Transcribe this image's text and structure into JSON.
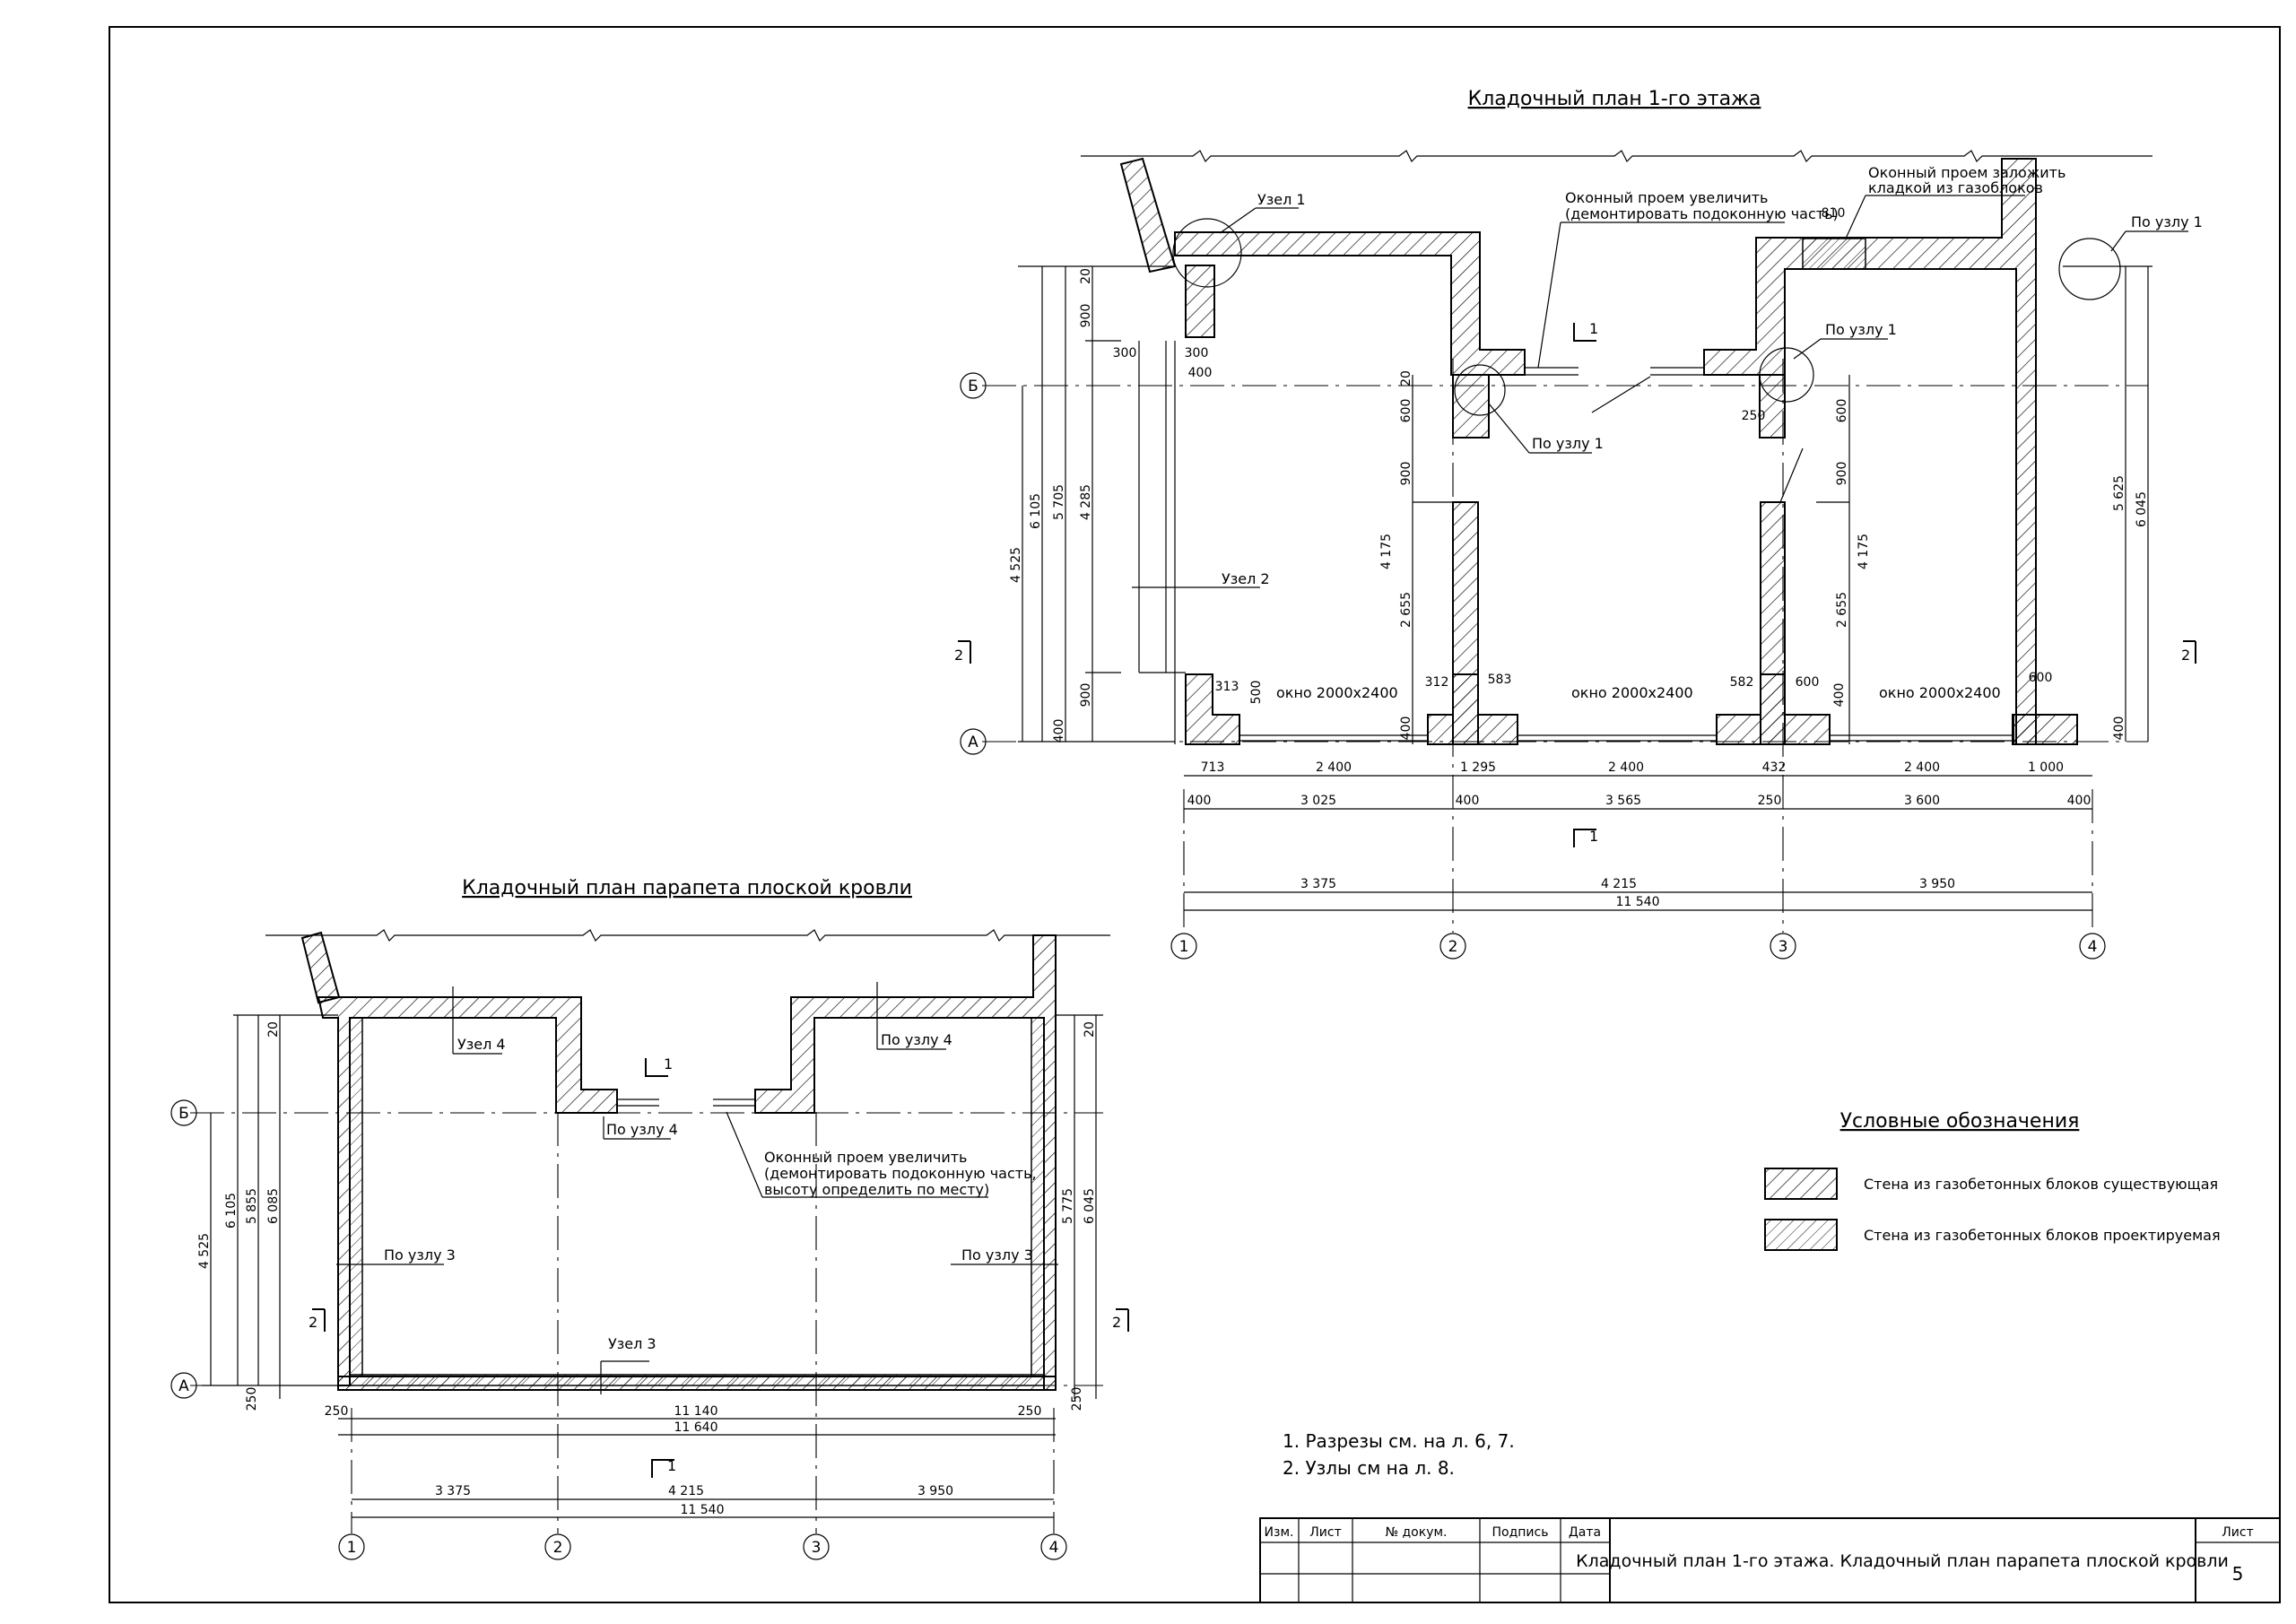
{
  "plan1": {
    "title": "Кладочный план 1-го этажа",
    "axes": {
      "a1": "1",
      "a2": "2",
      "a3": "3",
      "a4": "4",
      "ab": "Б",
      "aa": "А"
    },
    "callouts": {
      "uzel1": "Узел 1",
      "uzel2": "Узел 2",
      "po_uzlu1_left": "По узлу 1",
      "po_uzlu1_mid": "По узлу 1",
      "po_uzlu1_right": "По узлу 1",
      "enlarge_l1": "Оконный проем увеличить",
      "enlarge_l2": "(демонтировать подоконную часть)",
      "fill_l1": "Оконный проем заложить",
      "fill_l2": "кладкой из газоблоков"
    },
    "windows": {
      "w1": "окно 2000x2400",
      "w2": "окно 2000x2400",
      "w3": "окно 2000x2400"
    },
    "section_marks": {
      "s1_top": "1",
      "s1_bottom": "1",
      "s2_left": "2",
      "s2_right": "2"
    },
    "dims": {
      "d810": "810",
      "d300a": "300",
      "d300b": "300",
      "d400top": "400",
      "d20l": "20",
      "d900l": "900",
      "d900lb": "900",
      "d400lb": "400",
      "d5705": "5 705",
      "d4285": "4 285",
      "d6105": "6 105",
      "d4525": "4 525",
      "d313": "313",
      "d500": "500",
      "d312": "312",
      "d583": "583",
      "d582": "582",
      "d600a": "600",
      "d600b": "600",
      "d400w2": "400",
      "d400w3": "400",
      "d20m2": "20",
      "d600m2": "600",
      "d900m2": "900",
      "d4175m2": "4 175",
      "d2655m2": "2 655",
      "d250m3": "250",
      "d600m3": "600",
      "d900m3": "900",
      "d4175m3": "4 175",
      "d2655m3": "2 655",
      "d5625": "5 625",
      "d6045": "6 045",
      "d400r": "400",
      "r1_713": "713",
      "r1_2400a": "2 400",
      "r1_1295": "1 295",
      "r1_2400b": "2 400",
      "r1_432": "432",
      "r1_2400c": "2 400",
      "r1_1000": "1 000",
      "r2_400a": "400",
      "r2_3025": "3 025",
      "r2_400b": "400",
      "r2_3565": "3 565",
      "r2_250": "250",
      "r2_3600": "3 600",
      "r2_400c": "400",
      "r3_3375": "3 375",
      "r3_4215": "4 215",
      "r3_3950": "3 950",
      "r4_11540": "11 540"
    }
  },
  "plan2": {
    "title": "Кладочный план парапета плоской кровли",
    "axes": {
      "a1": "1",
      "a2": "2",
      "a3": "3",
      "a4": "4",
      "ab": "Б",
      "aa": "А"
    },
    "callouts": {
      "uzel4": "Узел 4",
      "po_uzlu4_a": "По узлу 4",
      "po_uzlu4_b": "По узлу 4",
      "po_uzlu3_l": "По узлу 3",
      "po_uzlu3_r": "По узлу 3",
      "uzel3": "Узел 3",
      "enlarge_l1": "Оконный проем увеличить",
      "enlarge_l2": "(демонтировать подоконную часть,",
      "enlarge_l3": "высоту определить по месту)"
    },
    "section_marks": {
      "s1_top": "1",
      "s1_bottom": "1",
      "s2_left": "2",
      "s2_right": "2"
    },
    "dims": {
      "d20l": "20",
      "d20r": "20",
      "d4525": "4 525",
      "d6105": "6 105",
      "d5855": "5 855",
      "d6085": "6 085",
      "d5775": "5 775",
      "d6045": "6 045",
      "d250l": "250",
      "d250r": "250",
      "d250a": "250",
      "d11140": "11 140",
      "d250b": "250",
      "d11640": "11 640",
      "r3_3375": "3 375",
      "r3_4215": "4 215",
      "r3_3950": "3 950",
      "r4_11540": "11 540"
    }
  },
  "legend": {
    "title": "Условные обозначения",
    "item1": "Стена из газобетонных блоков существующая",
    "item2": "Стена из газобетонных блоков проектируемая"
  },
  "notes": {
    "n1": "1. Разрезы см. на л. 6, 7.",
    "n2": "2. Узлы см на л. 8."
  },
  "stamp": {
    "izm": "Изм.",
    "list": "Лист",
    "doc": "№ докум.",
    "sign": "Подпись",
    "date": "Дата",
    "title": "Кладочный план 1-го этажа. Кладочный план парапета плоской кровли",
    "sheet_label": "Лист",
    "sheet_num": "5"
  }
}
